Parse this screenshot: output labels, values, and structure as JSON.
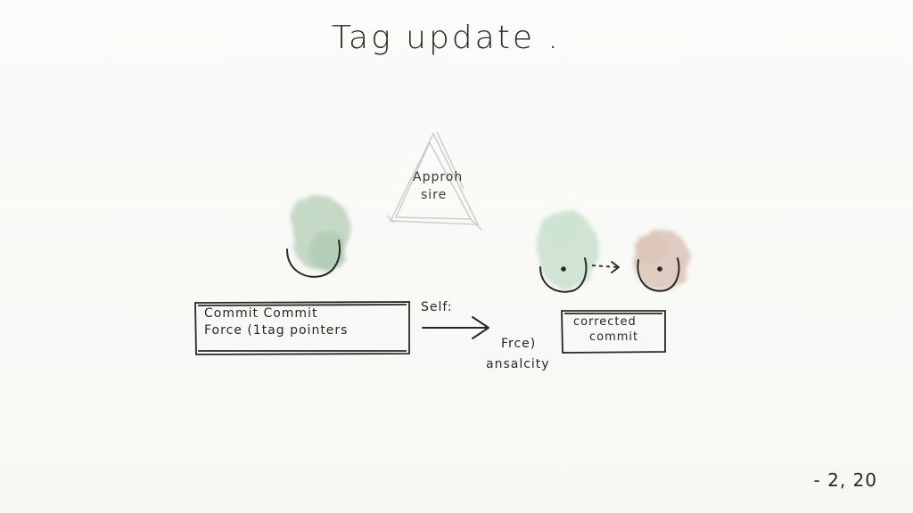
{
  "title": "Tag update .",
  "triangle_label": {
    "line1": "Approh",
    "line2": "sire"
  },
  "left_box": {
    "line1": "Commit Commit",
    "line2": "Force (1tag pointers"
  },
  "arrow_label": "Self:",
  "middle_labels": {
    "line1": "Frce)",
    "line2": "ansalcity"
  },
  "right_box": {
    "line1": "corrected",
    "line2": "commit"
  },
  "page_number": "- 2, 20",
  "colors": {
    "ink": "#2a2624",
    "green_wash": "#a9c9ad",
    "brown_wash": "#c9a999",
    "pencil": "#c8c6c3"
  }
}
